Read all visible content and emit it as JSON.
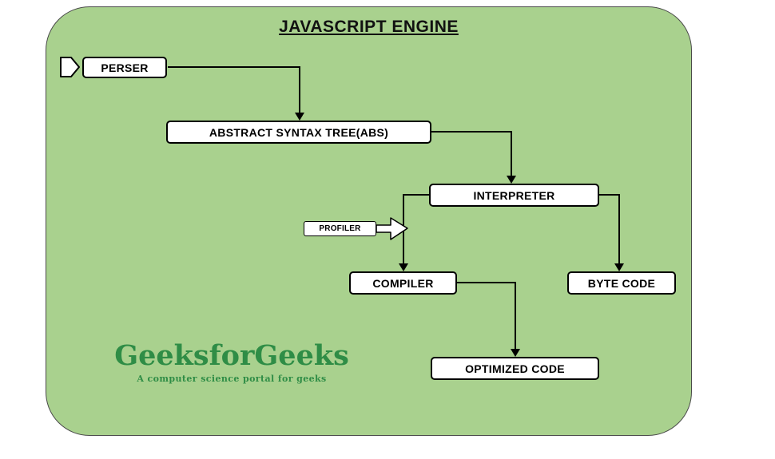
{
  "title": "JAVASCRIPT ENGINE",
  "nodes": {
    "parser": "PERSER",
    "ast": "ABSTRACT SYNTAX TREE(ABS)",
    "interpreter": "INTERPRETER",
    "profiler": "PROFILER",
    "compiler": "COMPILER",
    "byte_code": "BYTE CODE",
    "optimized_code": "OPTIMIZED CODE"
  },
  "logo": {
    "name": "GeeksforGeeks",
    "tagline": "A computer science portal for geeks"
  },
  "colors": {
    "diagram_background": "#a9d18e",
    "node_background": "#ffffff",
    "node_border": "#000000",
    "arrow_color": "#000000",
    "logo_green": "#2f8d46"
  }
}
